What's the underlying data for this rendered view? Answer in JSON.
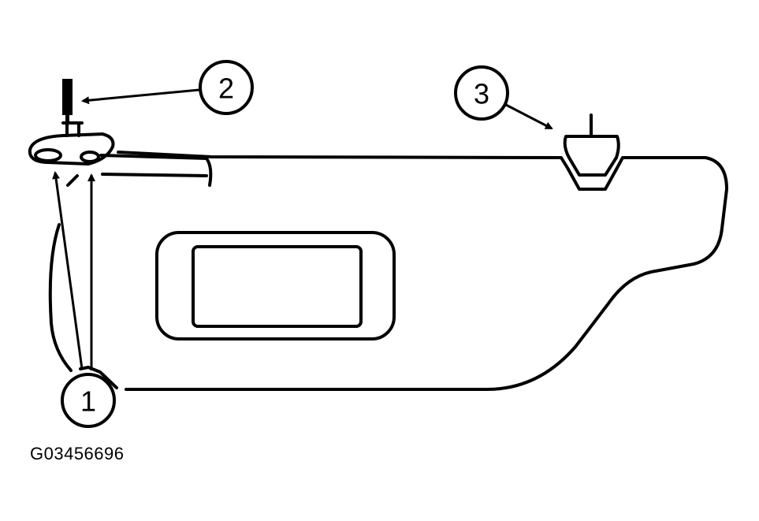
{
  "callouts": [
    {
      "id": "1",
      "label": "1"
    },
    {
      "id": "2",
      "label": "2"
    },
    {
      "id": "3",
      "label": "3"
    }
  ],
  "figure_id": "G03456696",
  "colors": {
    "ink": "#000000",
    "paper": "#ffffff"
  }
}
